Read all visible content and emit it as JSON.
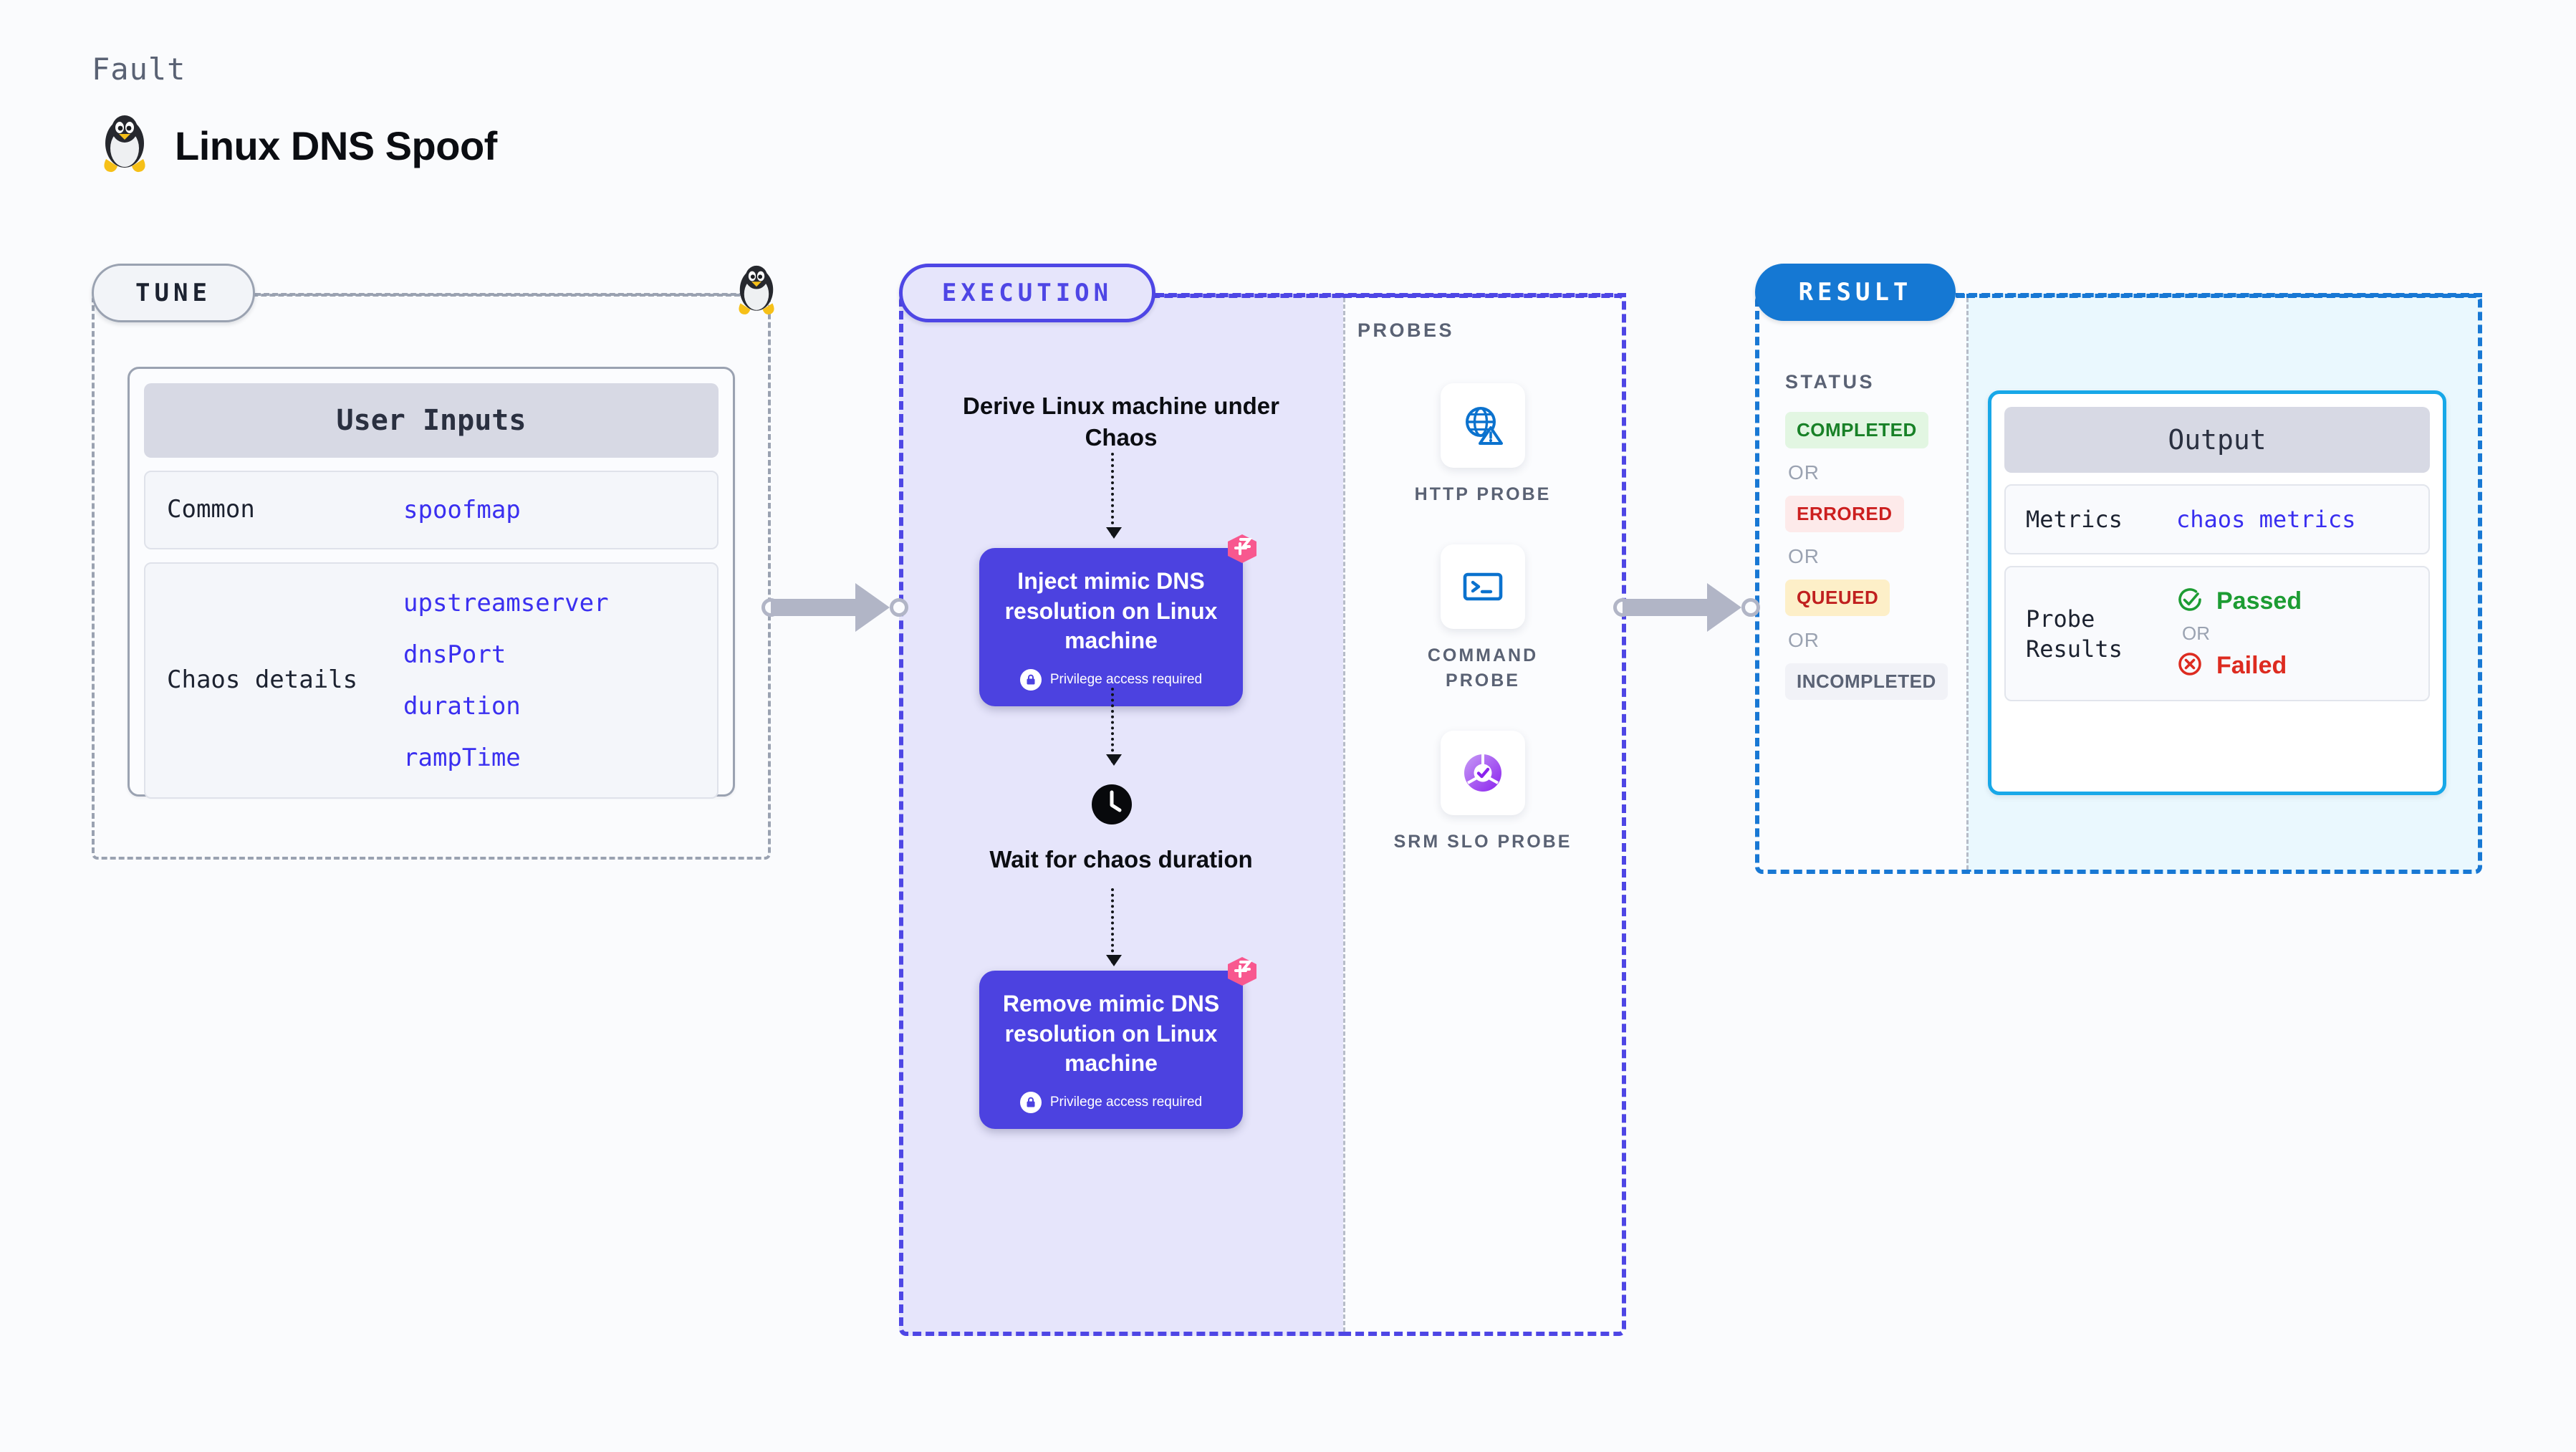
{
  "header": {
    "kicker": "Fault",
    "title": "Linux DNS Spoof",
    "icon": "tux-penguin-icon"
  },
  "stages": {
    "tune": {
      "label": "TUNE",
      "color": "#9aa2b1"
    },
    "execution": {
      "label": "EXECUTION",
      "color": "#4e46e5"
    },
    "result": {
      "label": "RESULT",
      "color": "#1578d3"
    }
  },
  "tune": {
    "card_title": "User Inputs",
    "rows": [
      {
        "label": "Common",
        "values": [
          "spoofmap"
        ]
      },
      {
        "label": "Chaos details",
        "values": [
          "upstreamserver",
          "dnsPort",
          "duration",
          "rampTime"
        ]
      }
    ]
  },
  "execution": {
    "derive_step": "Derive Linux machine under Chaos",
    "inject_step": {
      "text": "Inject mimic DNS resolution on Linux machine",
      "privilege": "Privilege access required"
    },
    "wait_step": "Wait for chaos duration",
    "remove_step": {
      "text": "Remove mimic DNS resolution on Linux machine",
      "privilege": "Privilege access required"
    }
  },
  "probes": {
    "title": "PROBES",
    "items": [
      {
        "label": "HTTP PROBE",
        "icon": "globe-warning-icon"
      },
      {
        "label": "COMMAND PROBE",
        "icon": "terminal-icon"
      },
      {
        "label": "SRM SLO PROBE",
        "icon": "slo-donut-check-icon"
      }
    ]
  },
  "result": {
    "status_title": "STATUS",
    "or_label": "OR",
    "statuses": [
      {
        "label": "COMPLETED",
        "tone": "success"
      },
      {
        "label": "ERRORED",
        "tone": "error"
      },
      {
        "label": "QUEUED",
        "tone": "warning"
      },
      {
        "label": "INCOMPLETED",
        "tone": "neutral"
      }
    ],
    "output": {
      "title": "Output",
      "metrics_label": "Metrics",
      "metrics_value": "chaos metrics",
      "probe_results_label": "Probe Results",
      "passed_label": "Passed",
      "failed_label": "Failed",
      "or_label": "OR"
    }
  },
  "colors": {
    "accent_purple": "#4e46e5",
    "accent_blue": "#1578d3",
    "accent_cyan": "#18a8e8",
    "mono_blue": "#3a2ff0",
    "pink_flag": "#f8588f",
    "success": "#188127",
    "error": "#cc1f1f",
    "warning": "#c0201f",
    "neutral": "#5a6274"
  }
}
